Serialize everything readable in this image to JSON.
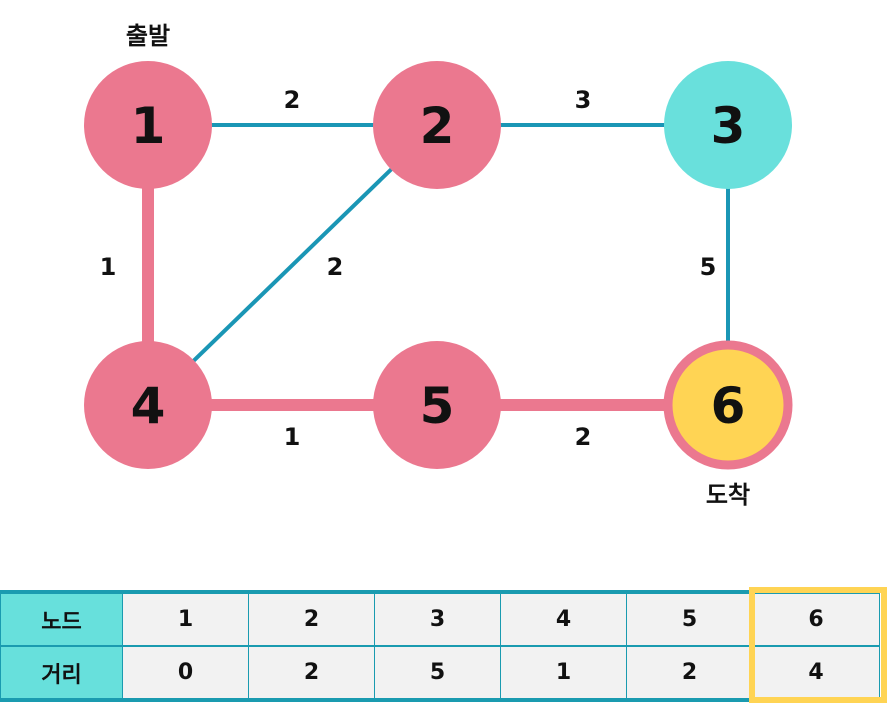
{
  "graph": {
    "start_label": "출발",
    "end_label": "도착",
    "colors": {
      "default_node": "#eb788f",
      "visited_node": "#69e0dc",
      "target_node": "#ffd454",
      "target_ring": "#eb788f",
      "path_edge": "#eb788f",
      "other_edge": "#1a96b5"
    },
    "nodes": [
      {
        "id": "1",
        "label": "1",
        "state": "default"
      },
      {
        "id": "2",
        "label": "2",
        "state": "default"
      },
      {
        "id": "3",
        "label": "3",
        "state": "visited"
      },
      {
        "id": "4",
        "label": "4",
        "state": "default"
      },
      {
        "id": "5",
        "label": "5",
        "state": "default"
      },
      {
        "id": "6",
        "label": "6",
        "state": "target"
      }
    ],
    "edges": [
      {
        "from": "1",
        "to": "2",
        "weight": "2",
        "style": "other"
      },
      {
        "from": "2",
        "to": "3",
        "weight": "3",
        "style": "other"
      },
      {
        "from": "1",
        "to": "4",
        "weight": "1",
        "style": "path"
      },
      {
        "from": "2",
        "to": "4",
        "weight": "2",
        "style": "other"
      },
      {
        "from": "3",
        "to": "6",
        "weight": "5",
        "style": "other"
      },
      {
        "from": "4",
        "to": "5",
        "weight": "1",
        "style": "path"
      },
      {
        "from": "5",
        "to": "6",
        "weight": "2",
        "style": "path"
      }
    ]
  },
  "table": {
    "node_header": "노드",
    "dist_header": "거리",
    "nodes": [
      "1",
      "2",
      "3",
      "4",
      "5",
      "6"
    ],
    "distances": [
      "0",
      "2",
      "5",
      "1",
      "2",
      "4"
    ],
    "highlight_color": "#ffd454",
    "header_color": "#67e0dc",
    "border_color": "#1a9bb0"
  }
}
